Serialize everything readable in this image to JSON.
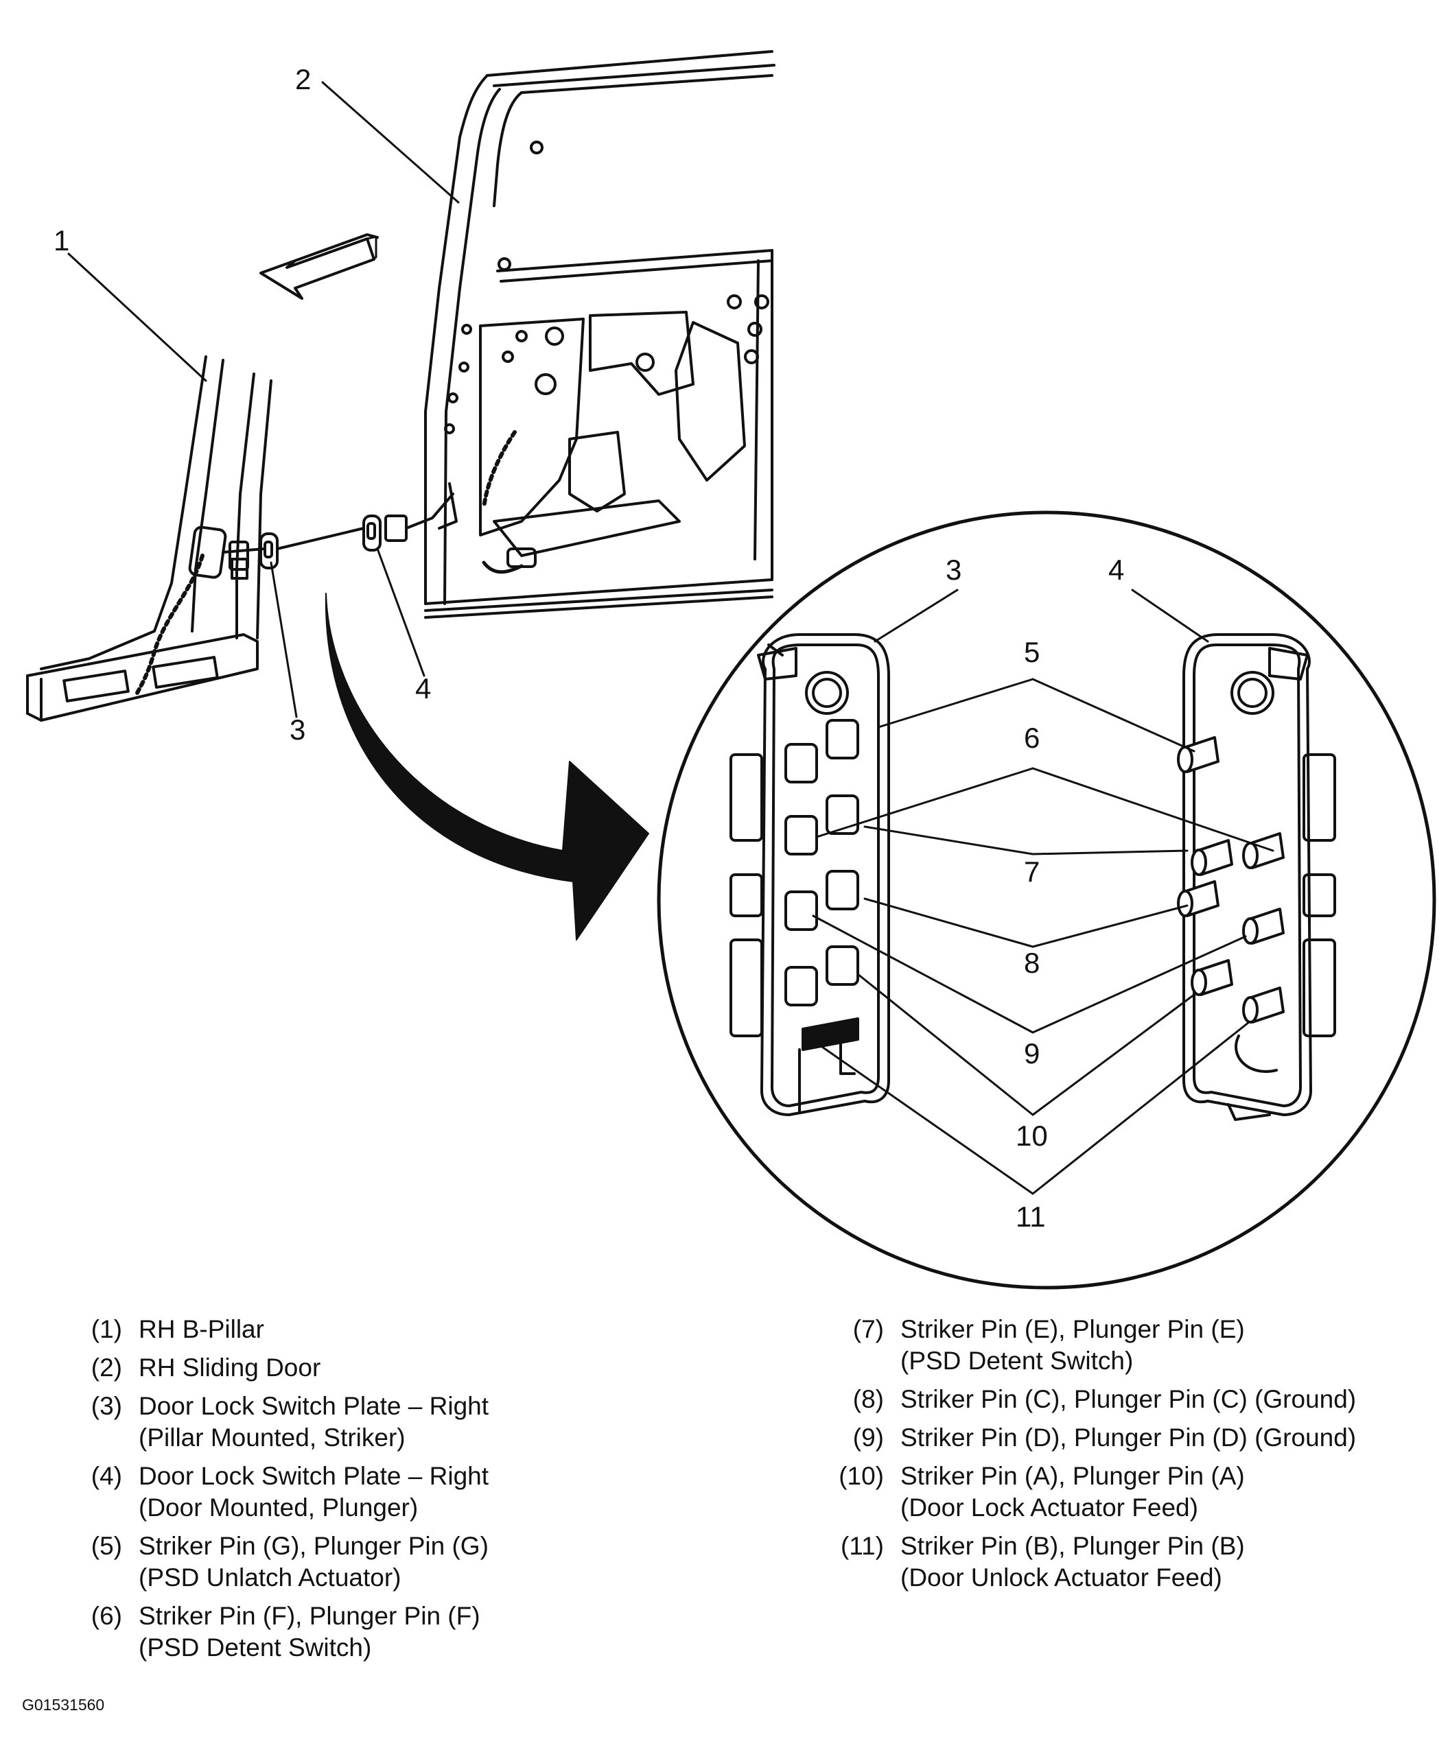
{
  "figure_id": "G01531560",
  "callouts": {
    "c1": "1",
    "c2": "2",
    "c3": "3",
    "c4": "4",
    "d3": "3",
    "d4": "4",
    "d5": "5",
    "d6": "6",
    "d7": "7",
    "d8": "8",
    "d9": "9",
    "d10": "10",
    "d11": "11"
  },
  "legend": [
    {
      "num": "(1)",
      "lines": [
        "RH B-Pillar"
      ]
    },
    {
      "num": "(2)",
      "lines": [
        "RH Sliding Door"
      ]
    },
    {
      "num": "(3)",
      "lines": [
        "Door Lock Switch Plate – Right",
        "(Pillar Mounted, Striker)"
      ]
    },
    {
      "num": "(4)",
      "lines": [
        "Door Lock Switch Plate – Right",
        "(Door Mounted, Plunger)"
      ]
    },
    {
      "num": "(5)",
      "lines": [
        "Striker Pin (G), Plunger Pin (G)",
        "(PSD Unlatch Actuator)"
      ]
    },
    {
      "num": "(6)",
      "lines": [
        "Striker Pin (F), Plunger Pin (F)",
        "(PSD Detent Switch)"
      ]
    },
    {
      "num": "(7)",
      "lines": [
        "Striker Pin (E), Plunger Pin (E)",
        "(PSD Detent Switch)"
      ]
    },
    {
      "num": "(8)",
      "lines": [
        "Striker Pin (C), Plunger Pin (C) (Ground)"
      ]
    },
    {
      "num": "(9)",
      "lines": [
        "Striker Pin (D), Plunger Pin (D) (Ground)"
      ]
    },
    {
      "num": "(10)",
      "lines": [
        "Striker Pin (A), Plunger Pin (A)",
        "(Door Lock Actuator Feed)"
      ]
    },
    {
      "num": "(11)",
      "lines": [
        "Striker Pin (B), Plunger Pin (B)",
        "(Door Unlock Actuator Feed)"
      ]
    }
  ]
}
